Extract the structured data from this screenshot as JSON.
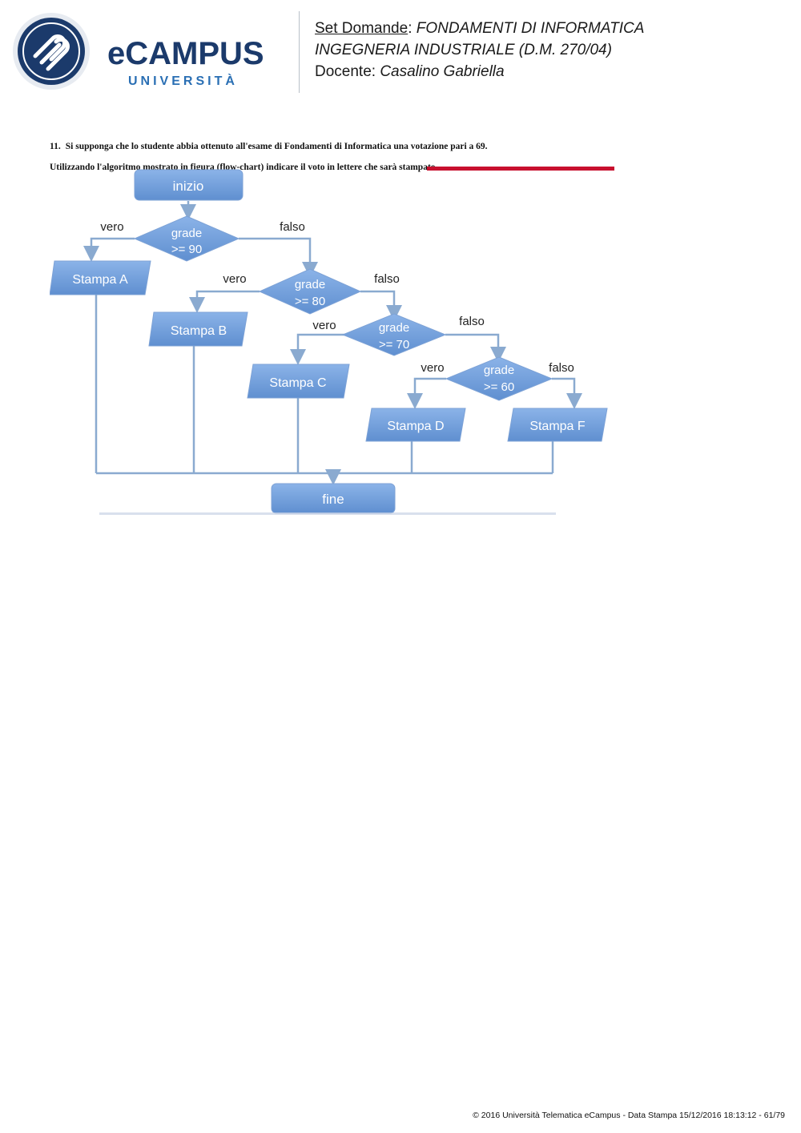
{
  "header": {
    "logo": {
      "brand": "eCAMPUS",
      "sub": "UNIVERSITÀ"
    },
    "set_label": "Set Domande",
    "colon": ": ",
    "course_line1": "FONDAMENTI DI INFORMATICA",
    "course_line2": "INGEGNERIA INDUSTRIALE (D.M. 270/04)",
    "teacher_label": "Docente: ",
    "teacher_name": "Casalino Gabriella"
  },
  "question": {
    "number": "11.",
    "text": "Si supponga che lo studente abbia ottenuto all'esame di Fondamenti di Informatica una votazione pari a 69.",
    "instruction": "Utilizzando l'algoritmo mostrato in figura (flow-chart) indicare il voto in lettere che sarà stampato."
  },
  "flowchart": {
    "start": "inizio",
    "end": "fine",
    "decisions": [
      {
        "line1": "grade",
        "line2": ">= 90"
      },
      {
        "line1": "grade",
        "line2": ">= 80"
      },
      {
        "line1": "grade",
        "line2": ">= 70"
      },
      {
        "line1": "grade",
        "line2": ">= 60"
      }
    ],
    "outputs": [
      "Stampa A",
      "Stampa B",
      "Stampa C",
      "Stampa D",
      "Stampa F"
    ],
    "true_label": "vero",
    "false_label": "falso"
  },
  "footer": "© 2016 Università Telematica eCampus - Data Stampa 15/12/2016 18:13:12 - 61/79",
  "colors": {
    "shape_fill": "#6f9fdc",
    "line": "#8aaad0",
    "brand_navy": "#1b3a6b",
    "brand_blue": "#2a6fb4"
  }
}
